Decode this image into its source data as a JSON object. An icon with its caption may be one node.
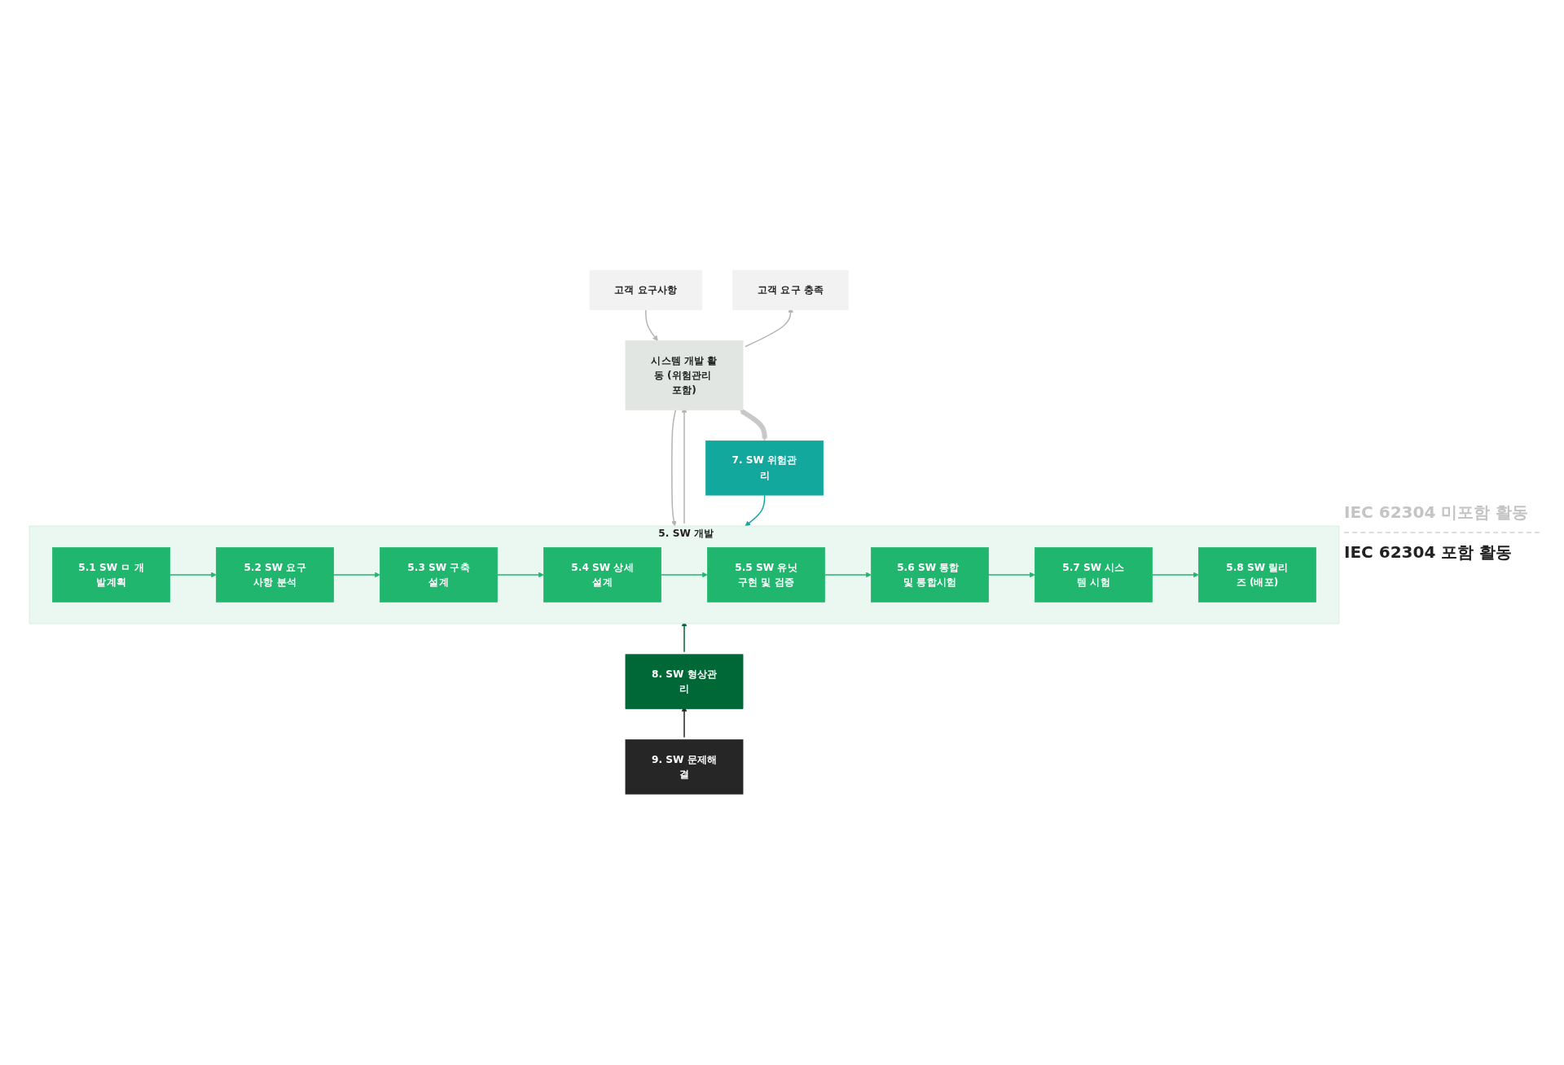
{
  "diagram": {
    "nodes": [
      {
        "text": [
          "고객 요구사항"
        ]
      },
      {
        "text": [
          "고객 요구 충족"
        ]
      },
      {
        "text": [
          "시스템 개발 활동 (위험관리 포함)"
        ]
      },
      {
        "text": [
          "7. SW 위험관리"
        ]
      },
      {
        "text": [
          "5. SW 개발"
        ]
      },
      {
        "text": [
          "5.1 SW ㅁ 개발계획"
        ],
        "in": 4
      },
      {
        "text": [
          "5.2 SW 요구사항 분석"
        ],
        "in": 4
      },
      {
        "text": [
          "5.3 SW 구축설계"
        ],
        "in": 4
      },
      {
        "text": [
          "5.4 SW 상세설계"
        ],
        "in": 4
      },
      {
        "text": [
          "5.5 SW 유닛구현 및 검증"
        ],
        "in": 4
      },
      {
        "text": [
          "5.6 SW 통합 및 통합시험"
        ],
        "in": 4
      },
      {
        "text": [
          "5.7 SW 시스템 시험"
        ],
        "in": 4
      },
      {
        "text": [
          "5.8 SW 릴리즈 (배포)"
        ],
        "in": 4
      },
      {
        "text": [
          "8. SW 형상관리"
        ]
      },
      {
        "text": [
          "9. SW 문제해결"
        ]
      }
    ],
    "edges": [
      {
        "from": 0,
        "to": 2,
        "arrow": "to",
        "color": "#b4b4b4"
      },
      {
        "from": 2,
        "to": 1,
        "arrow": "to",
        "color": "#b4b4b4"
      },
      {
        "from": 2,
        "to": 3,
        "arrow": "both",
        "style": "thick",
        "color": "#c8c8c8"
      },
      {
        "from": 2,
        "to": 4,
        "arrow": "to",
        "color": "#b4b4b4"
      },
      {
        "from": 4,
        "to": 2,
        "arrow": "to",
        "color": "#b4b4b4"
      },
      {
        "from": 3,
        "to": 4,
        "arrow": "to",
        "color": "#13a89e"
      },
      {
        "from": 5,
        "to": 6,
        "arrow": "to",
        "color": "#21b66e"
      },
      {
        "from": 6,
        "to": 7,
        "arrow": "to",
        "color": "#21b66e"
      },
      {
        "from": 7,
        "to": 8,
        "arrow": "to",
        "color": "#21b66e"
      },
      {
        "from": 8,
        "to": 9,
        "arrow": "to",
        "color": "#21b66e"
      },
      {
        "from": 9,
        "to": 10,
        "arrow": "to",
        "color": "#21b66e"
      },
      {
        "from": 10,
        "to": 11,
        "arrow": "to",
        "color": "#21b66e"
      },
      {
        "from": 11,
        "to": 12,
        "arrow": "to",
        "color": "#21b66e"
      },
      {
        "from": 13,
        "to": 4,
        "arrow": "to",
        "color": "#006837"
      },
      {
        "from": 14,
        "to": 13,
        "arrow": "to",
        "color": "#262626"
      }
    ],
    "labels": [
      "IEC 62304 미포함 활동",
      "IEC 62304 포함 활동"
    ]
  }
}
